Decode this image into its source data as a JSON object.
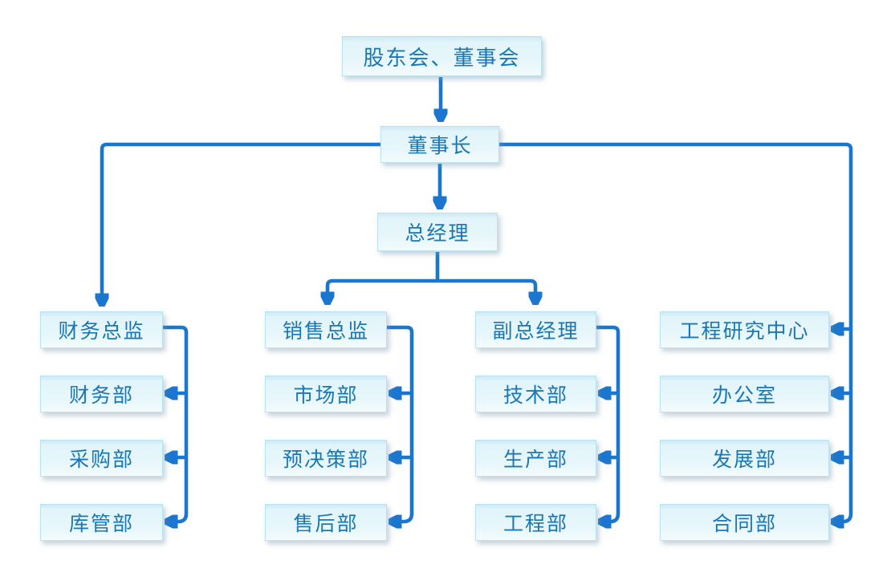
{
  "diagram": {
    "type": "org-chart",
    "language": "zh-CN",
    "nodes": {
      "top": "股东会、董事会",
      "chairman": "董事长",
      "general_manager": "总经理"
    },
    "columns": [
      {
        "head": "财务总监",
        "departments": [
          "财务部",
          "采购部",
          "库管部"
        ]
      },
      {
        "head": "销售总监",
        "departments": [
          "市场部",
          "预决策部",
          "售后部"
        ]
      },
      {
        "head": "副总经理",
        "departments": [
          "技术部",
          "生产部",
          "工程部"
        ]
      },
      {
        "head": "工程研究中心",
        "departments": [
          "办公室",
          "发展部",
          "合同部"
        ]
      }
    ],
    "colors": {
      "background": "#ffffff",
      "connector": "#1b76cf",
      "box_fill": "#e6f6fb",
      "box_border": "#bce2f0",
      "text": "#1a77b6"
    }
  }
}
